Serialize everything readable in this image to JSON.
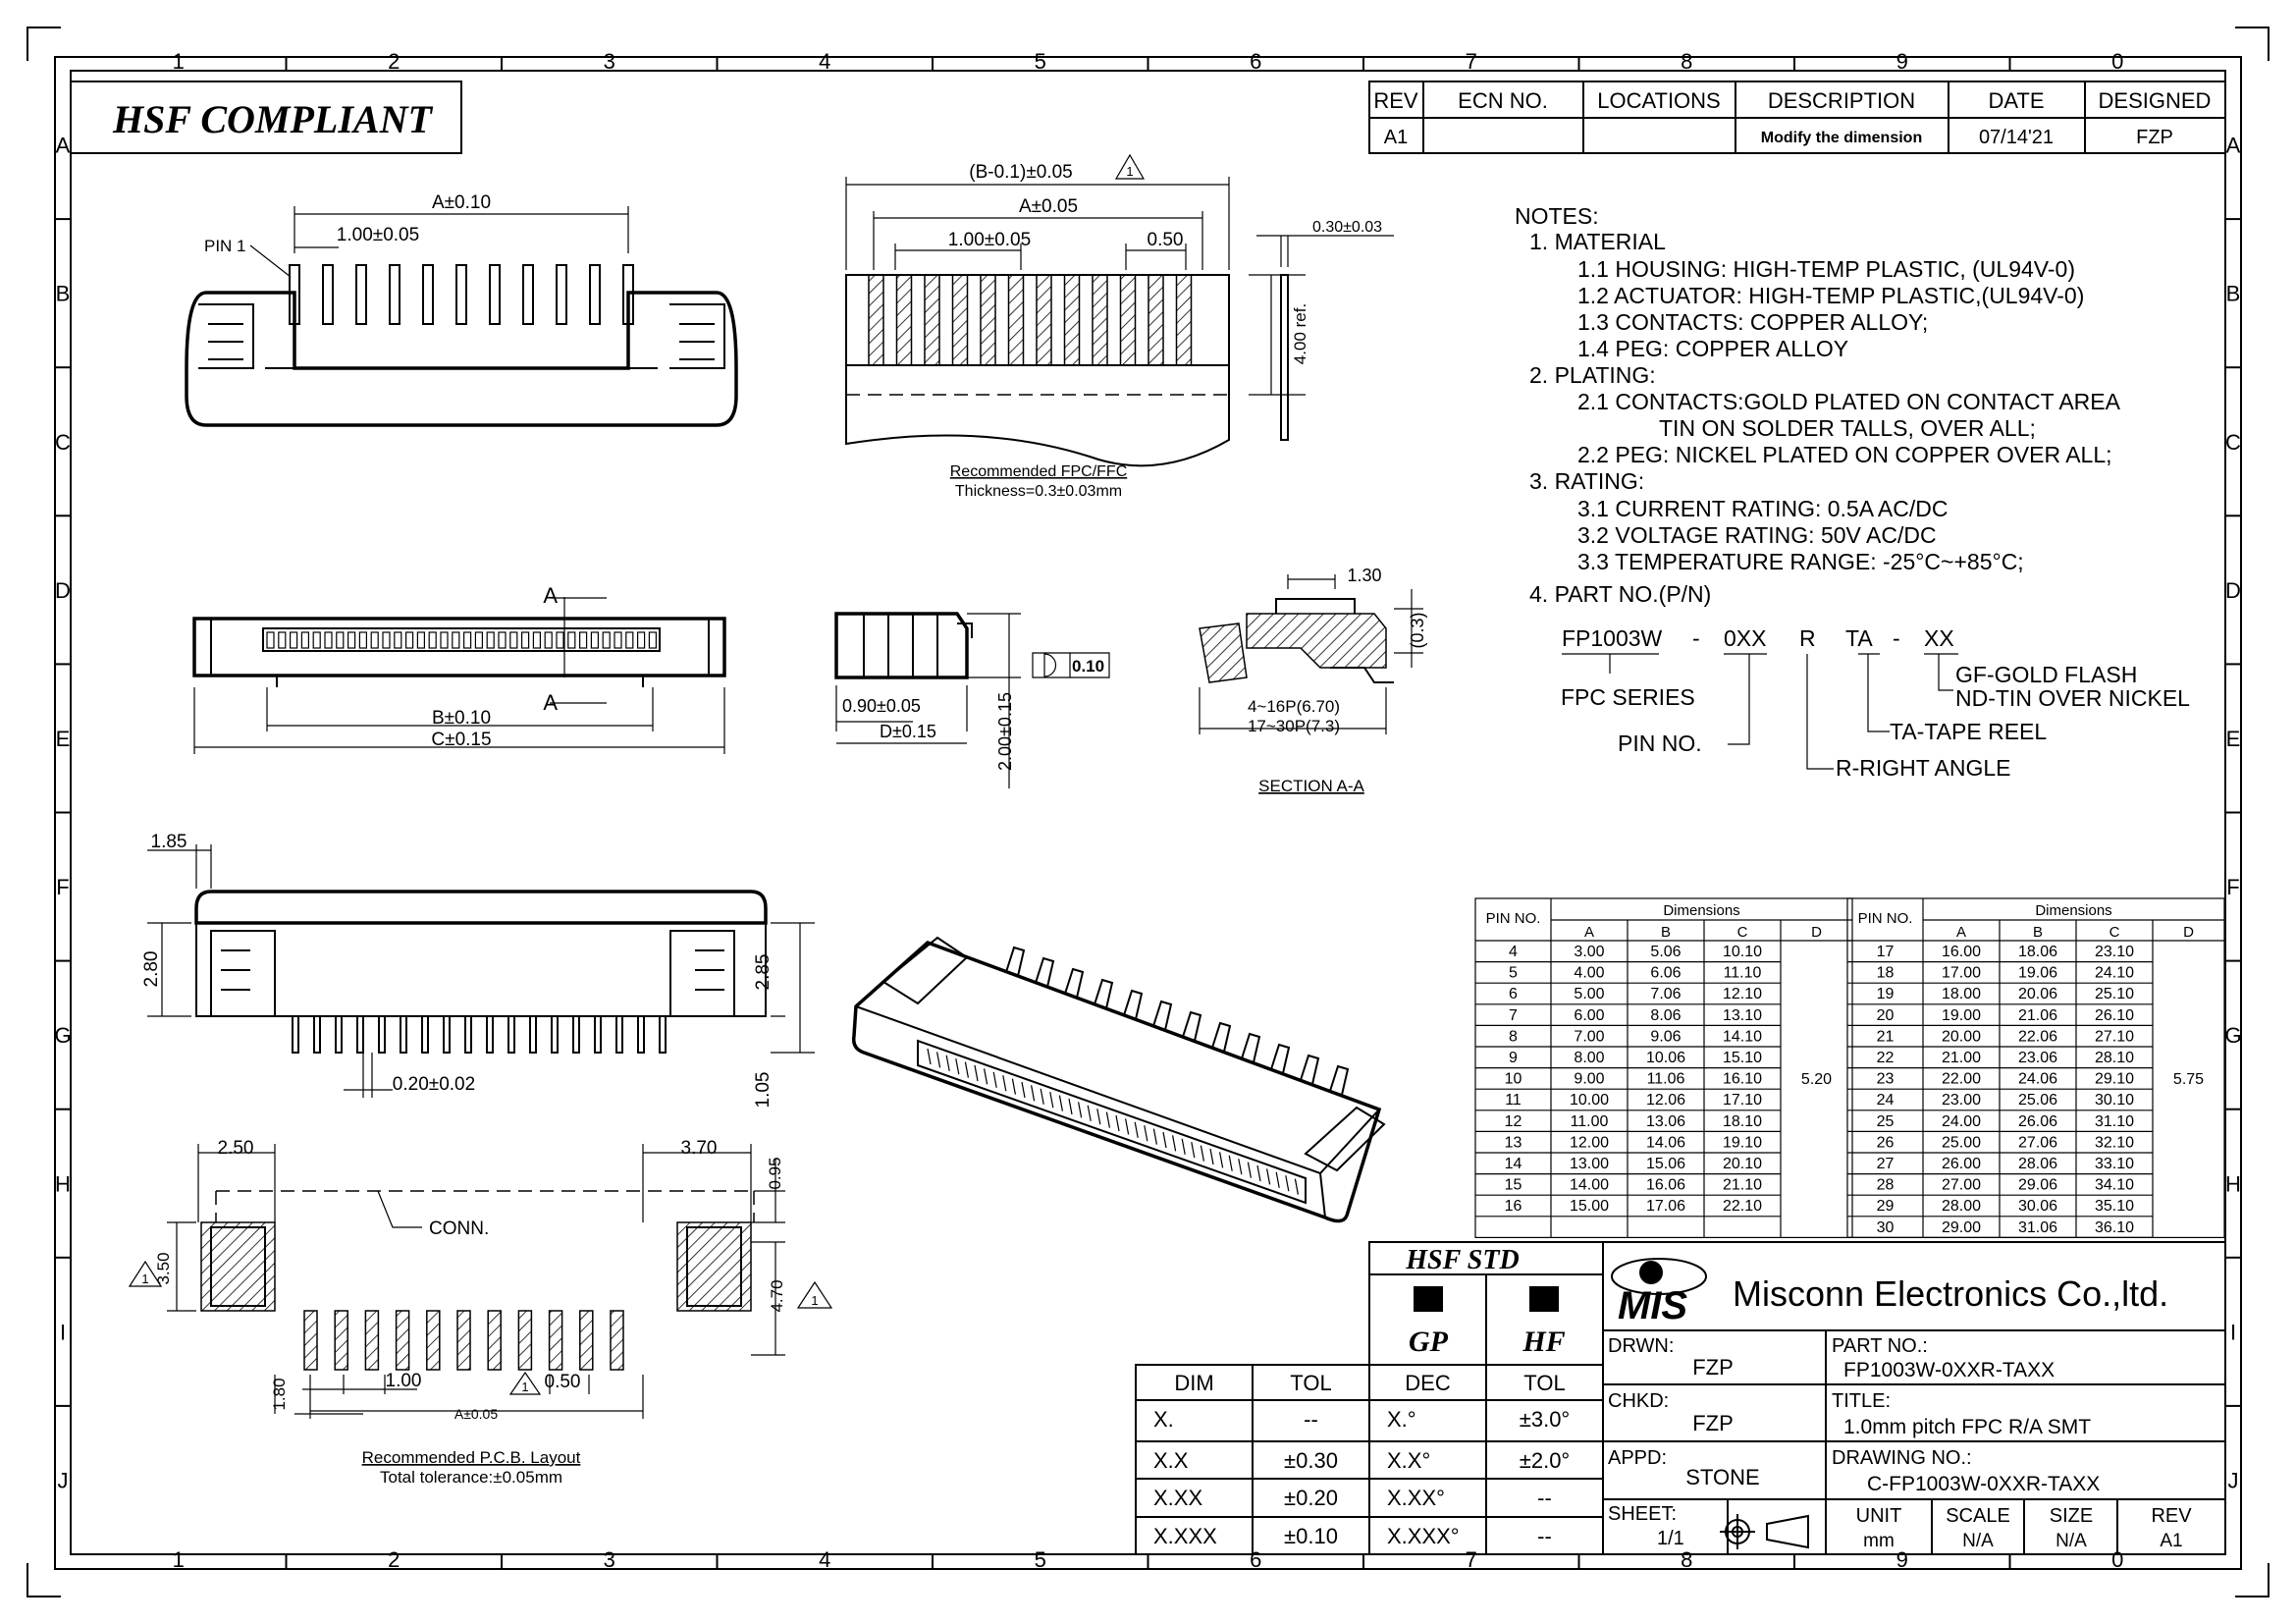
{
  "hsf_compliant": "HSF  COMPLIANT",
  "grid": {
    "cols": [
      "1",
      "2",
      "3",
      "4",
      "5",
      "6",
      "7",
      "8",
      "9",
      "0"
    ],
    "rows": [
      "A",
      "B",
      "C",
      "D",
      "E",
      "F",
      "G",
      "H",
      "I",
      "J"
    ]
  },
  "revision_block": {
    "headers": [
      "REV",
      "ECN  NO.",
      "LOCATIONS",
      "DESCRIPTION",
      "DATE",
      "DESIGNED"
    ],
    "row": [
      "A1",
      "",
      "",
      "Modify  the  dimension",
      "07/14'21",
      "FZP"
    ]
  },
  "notes": [
    "NOTES:",
    "1.  MATERIAL",
    "1.1  HOUSING:  HIGH-TEMP  PLASTIC,  (UL94V-0)",
    "1.2  ACTUATOR:  HIGH-TEMP  PLASTIC,(UL94V-0)",
    "1.3  CONTACTS:  COPPER  ALLOY;",
    "1.4  PEG:  COPPER  ALLOY",
    "2.  PLATING:",
    "2.1  CONTACTS:GOLD  PLATED  ON  CONTACT  AREA",
    "TIN  ON  SOLDER  TALLS,  OVER  ALL;",
    "2.2  PEG:  NICKEL  PLATED  ON  COPPER  OVER  ALL;",
    "3.  RATING:",
    "3.1  CURRENT  RATING:  0.5A  AC/DC",
    "3.2  VOLTAGE  RATING:  50V  AC/DC",
    "3.3  TEMPERATURE  RANGE:  -25°C~+85°C;",
    "4.  PART  NO.(P/N)"
  ],
  "part_number_key": {
    "code": [
      "FP1003W",
      "-",
      "0XX",
      "R",
      "TA",
      "-",
      "XX"
    ],
    "fpc_series": "FPC  SERIES",
    "pin_no": "PIN  NO.",
    "right_angle": "R-RIGHT  ANGLE",
    "tape_reel": "TA-TAPE  REEL",
    "gold_flash": "GF-GOLD  FLASH",
    "tin_over_nickel": "ND-TIN  OVER  NICKEL"
  },
  "dims": {
    "top_a": "A±0.10",
    "top_pitch": "1.00±0.05",
    "pin1": "PIN  1",
    "fpc_b": "(B-0.1)±0.05",
    "fpc_a": "A±0.05",
    "fpc_pitch": "1.00±0.05",
    "fpc_050": "0.50",
    "fpc_thick": "0.30±0.03",
    "fpc_ref": "4.00  ref.",
    "fpc_note1": "Recommended  FPC/FFC",
    "fpc_note2": "Thickness=0.3±0.03mm",
    "front_a": "A",
    "front_b": "B±0.10",
    "front_c": "C±0.15",
    "side_090": "0.90±0.05",
    "side_d": "D±0.15",
    "side_200": "2.00±0.15",
    "side_flat": "0.10",
    "sec_130": "1.30",
    "sec_03": "(0.3)",
    "sec_p1": "4~16P(6.70)",
    "sec_p2": "17~30P(7.3)",
    "sec_title": "SECTION  A-A",
    "bot_185": "1.85",
    "bot_280": "2.80",
    "bot_285": "2.85",
    "bot_020": "0.20±0.02",
    "bot_105": "1.05",
    "pcb_250": "2.50",
    "pcb_370": "3.70",
    "pcb_095": "0.95",
    "pcb_conn": "CONN.",
    "pcb_350": "3.50",
    "pcb_470": "4.70",
    "pcb_100": "1.00",
    "pcb_050": "0.50",
    "pcb_180": "1.80",
    "pcb_a": "A±0.05",
    "pcb_note1": "Recommended  P.C.B.  Layout",
    "pcb_note2": "Total  tolerance:±0.05mm",
    "rev_mark": "1"
  },
  "pin_table": {
    "pin_no": "PIN NO.",
    "dimensions": "Dimensions",
    "cols": [
      "A",
      "B",
      "C",
      "D"
    ],
    "left": [
      [
        "4",
        "3.00",
        "5.06",
        "10.10"
      ],
      [
        "5",
        "4.00",
        "6.06",
        "11.10"
      ],
      [
        "6",
        "5.00",
        "7.06",
        "12.10"
      ],
      [
        "7",
        "6.00",
        "8.06",
        "13.10"
      ],
      [
        "8",
        "7.00",
        "9.06",
        "14.10"
      ],
      [
        "9",
        "8.00",
        "10.06",
        "15.10"
      ],
      [
        "10",
        "9.00",
        "11.06",
        "16.10"
      ],
      [
        "11",
        "10.00",
        "12.06",
        "17.10"
      ],
      [
        "12",
        "11.00",
        "13.06",
        "18.10"
      ],
      [
        "13",
        "12.00",
        "14.06",
        "19.10"
      ],
      [
        "14",
        "13.00",
        "15.06",
        "20.10"
      ],
      [
        "15",
        "14.00",
        "16.06",
        "21.10"
      ],
      [
        "16",
        "15.00",
        "17.06",
        "22.10"
      ]
    ],
    "left_d": "5.20",
    "right": [
      [
        "17",
        "16.00",
        "18.06",
        "23.10"
      ],
      [
        "18",
        "17.00",
        "19.06",
        "24.10"
      ],
      [
        "19",
        "18.00",
        "20.06",
        "25.10"
      ],
      [
        "20",
        "19.00",
        "21.06",
        "26.10"
      ],
      [
        "21",
        "20.00",
        "22.06",
        "27.10"
      ],
      [
        "22",
        "21.00",
        "23.06",
        "28.10"
      ],
      [
        "23",
        "22.00",
        "24.06",
        "29.10"
      ],
      [
        "24",
        "23.00",
        "25.06",
        "30.10"
      ],
      [
        "25",
        "24.00",
        "26.06",
        "31.10"
      ],
      [
        "26",
        "25.00",
        "27.06",
        "32.10"
      ],
      [
        "27",
        "26.00",
        "28.06",
        "33.10"
      ],
      [
        "28",
        "27.00",
        "29.06",
        "34.10"
      ],
      [
        "29",
        "28.00",
        "30.06",
        "35.10"
      ],
      [
        "30",
        "29.00",
        "31.06",
        "36.10"
      ]
    ],
    "right_d": "5.75"
  },
  "tolerance_table": {
    "headers": [
      "DIM",
      "TOL",
      "DEC",
      "TOL"
    ],
    "rows": [
      [
        "X.",
        "--",
        "X.°",
        "±3.0°"
      ],
      [
        "X.X",
        "±0.30",
        "X.X°",
        "±2.0°"
      ],
      [
        "X.XX",
        "±0.20",
        "X.XX°",
        "--"
      ],
      [
        "X.XXX",
        "±0.10",
        "X.XXX°",
        "--"
      ]
    ]
  },
  "hsf_std": {
    "title": "HSF  STD",
    "gp": "GP",
    "hf": "HF"
  },
  "title_block": {
    "logo": "MIS",
    "company": "Misconn  Electronics  Co.,ltd.",
    "drwn_label": "DRWN:",
    "drwn": "FZP",
    "chkd_label": "CHKD:",
    "chkd": "FZP",
    "appd_label": "APPD:",
    "appd": "STONE",
    "part_label": "PART  NO.:",
    "part": "FP1003W-0XXR-TAXX",
    "title_label": "TITLE:",
    "title": "1.0mm  pitch  FPC  R/A  SMT",
    "drawing_label": "DRAWING  NO.:",
    "drawing": "C-FP1003W-0XXR-TAXX",
    "sheet_label": "SHEET:",
    "sheet": "1/1",
    "unit_label": "UNIT",
    "unit": "mm",
    "scale_label": "SCALE",
    "scale": "N/A",
    "size_label": "SIZE",
    "size": "N/A",
    "rev_label": "REV",
    "rev": "A1"
  }
}
